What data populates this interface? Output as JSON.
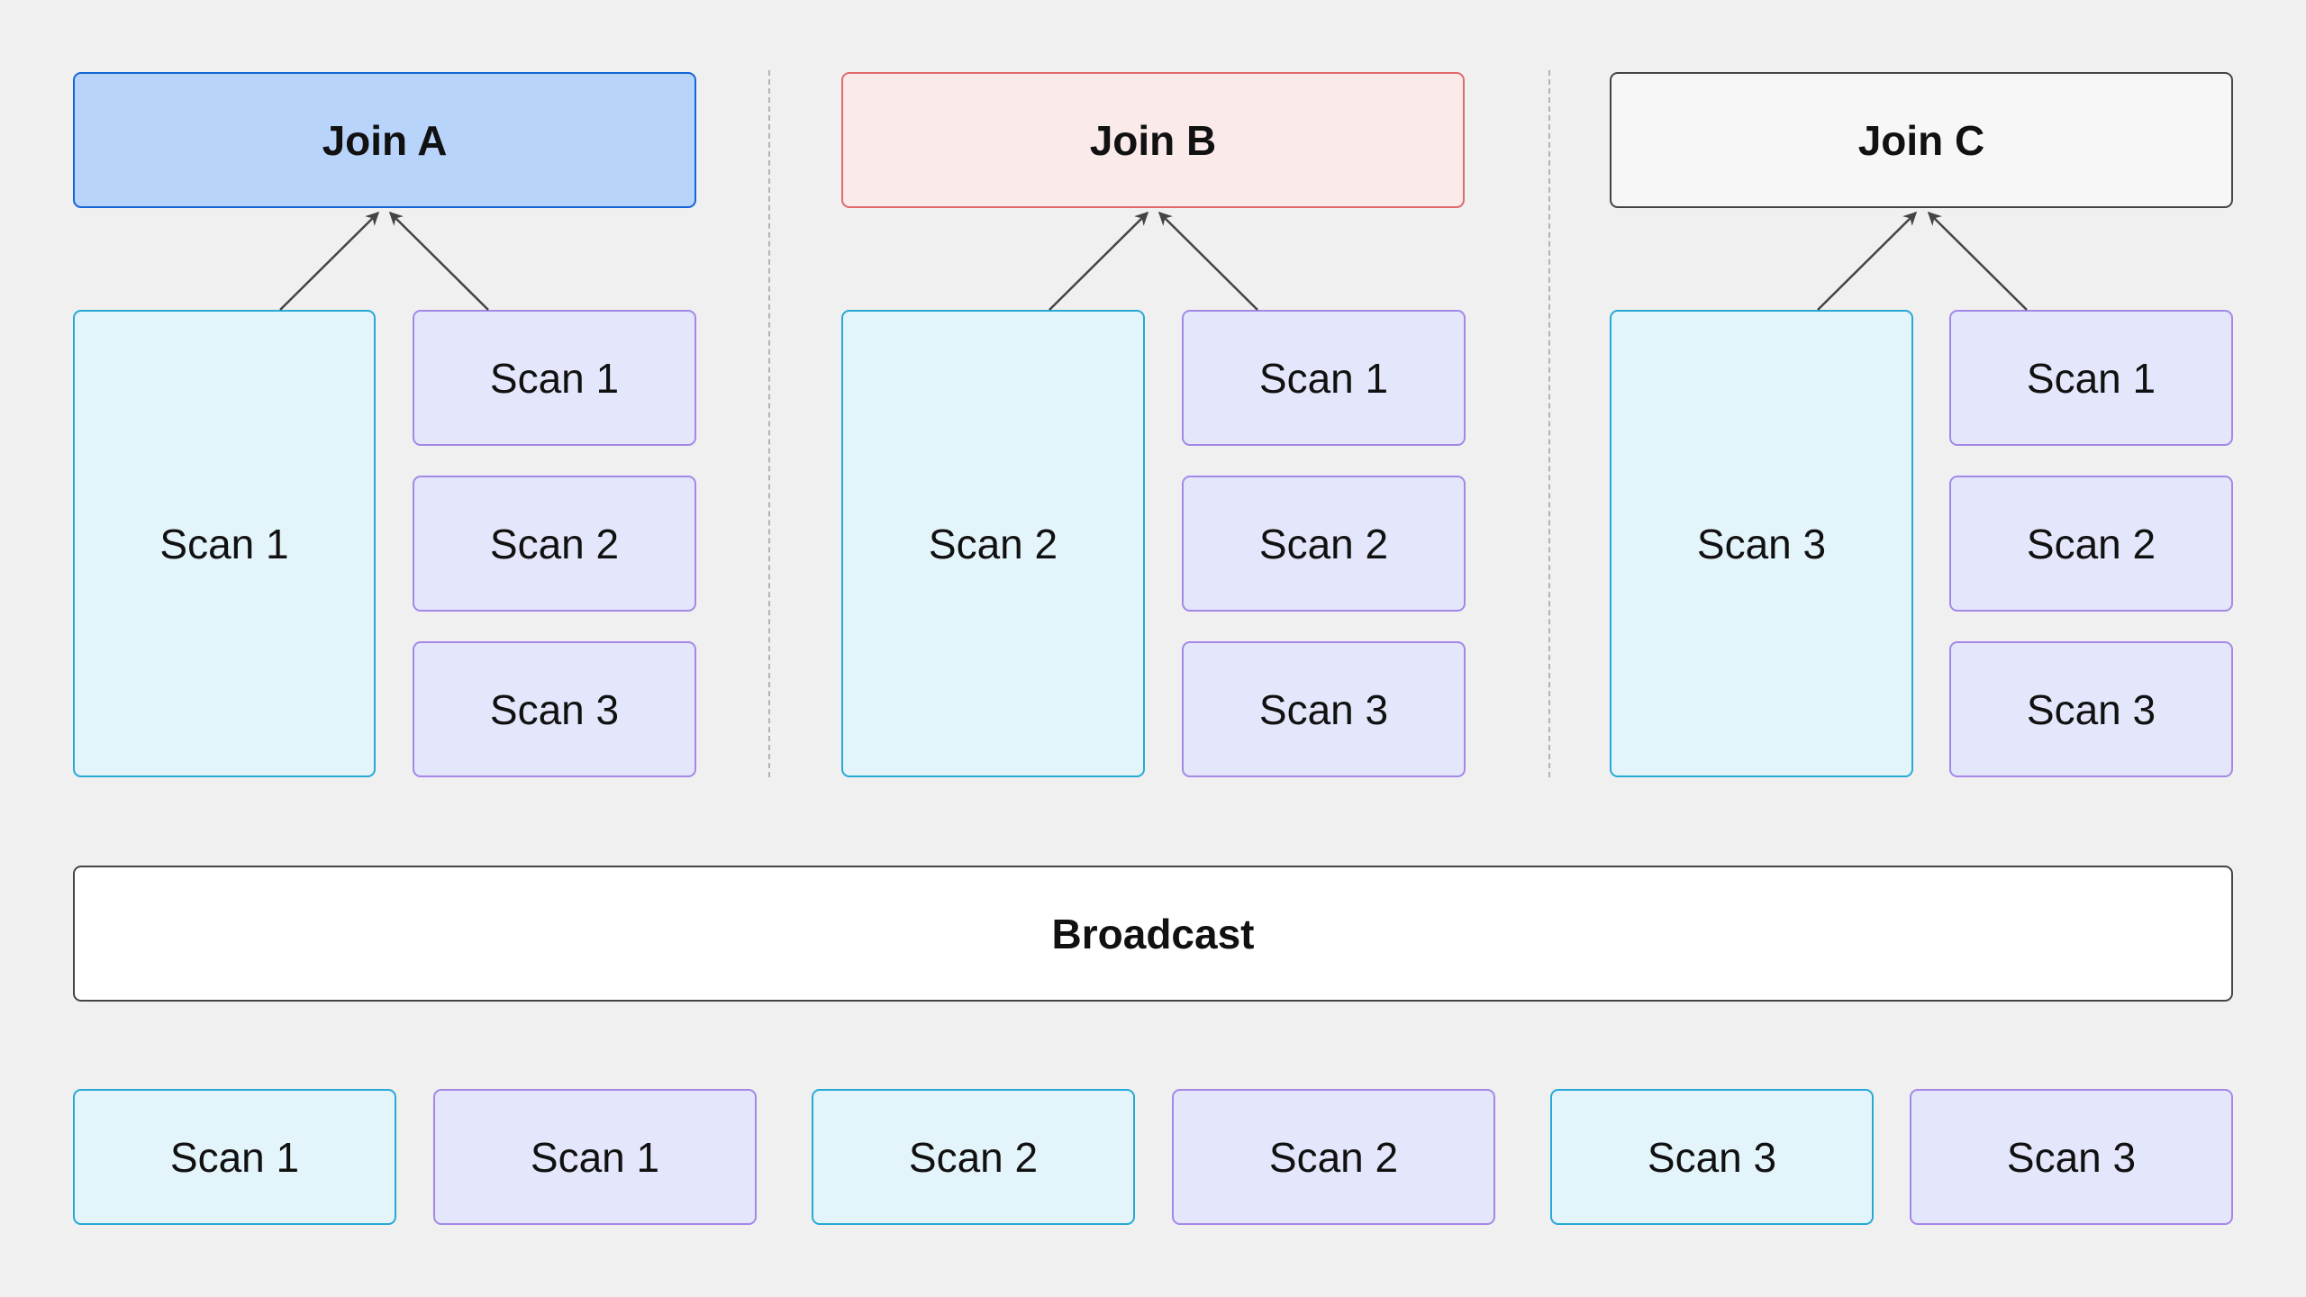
{
  "colors": {
    "background": "#f0f0f0",
    "join_a_fill": "#b8d4fb",
    "join_a_border": "#1565d8",
    "join_b_fill": "#fbeaea",
    "join_b_border": "#e06a6a",
    "join_c_fill": "#f7f7f7",
    "join_c_border": "#444444",
    "scan_cyan_fill": "#e4f4fb",
    "scan_cyan_border": "#27a9d6",
    "scan_purple_fill": "#e4e6fb",
    "scan_purple_border": "#a488e8",
    "broadcast_fill": "#ffffff",
    "broadcast_border": "#444444",
    "arrow": "#444444"
  },
  "groups": [
    {
      "join": "Join A",
      "large_scan": "Scan 1",
      "small_scans": [
        "Scan 1",
        "Scan 2",
        "Scan 3"
      ]
    },
    {
      "join": "Join B",
      "large_scan": "Scan 2",
      "small_scans": [
        "Scan 1",
        "Scan 2",
        "Scan 3"
      ]
    },
    {
      "join": "Join C",
      "large_scan": "Scan 3",
      "small_scans": [
        "Scan 1",
        "Scan 2",
        "Scan 3"
      ]
    }
  ],
  "broadcast": "Broadcast",
  "bottom_scans": [
    "Scan 1",
    "Scan 1",
    "Scan 2",
    "Scan 2",
    "Scan 3",
    "Scan 3"
  ]
}
